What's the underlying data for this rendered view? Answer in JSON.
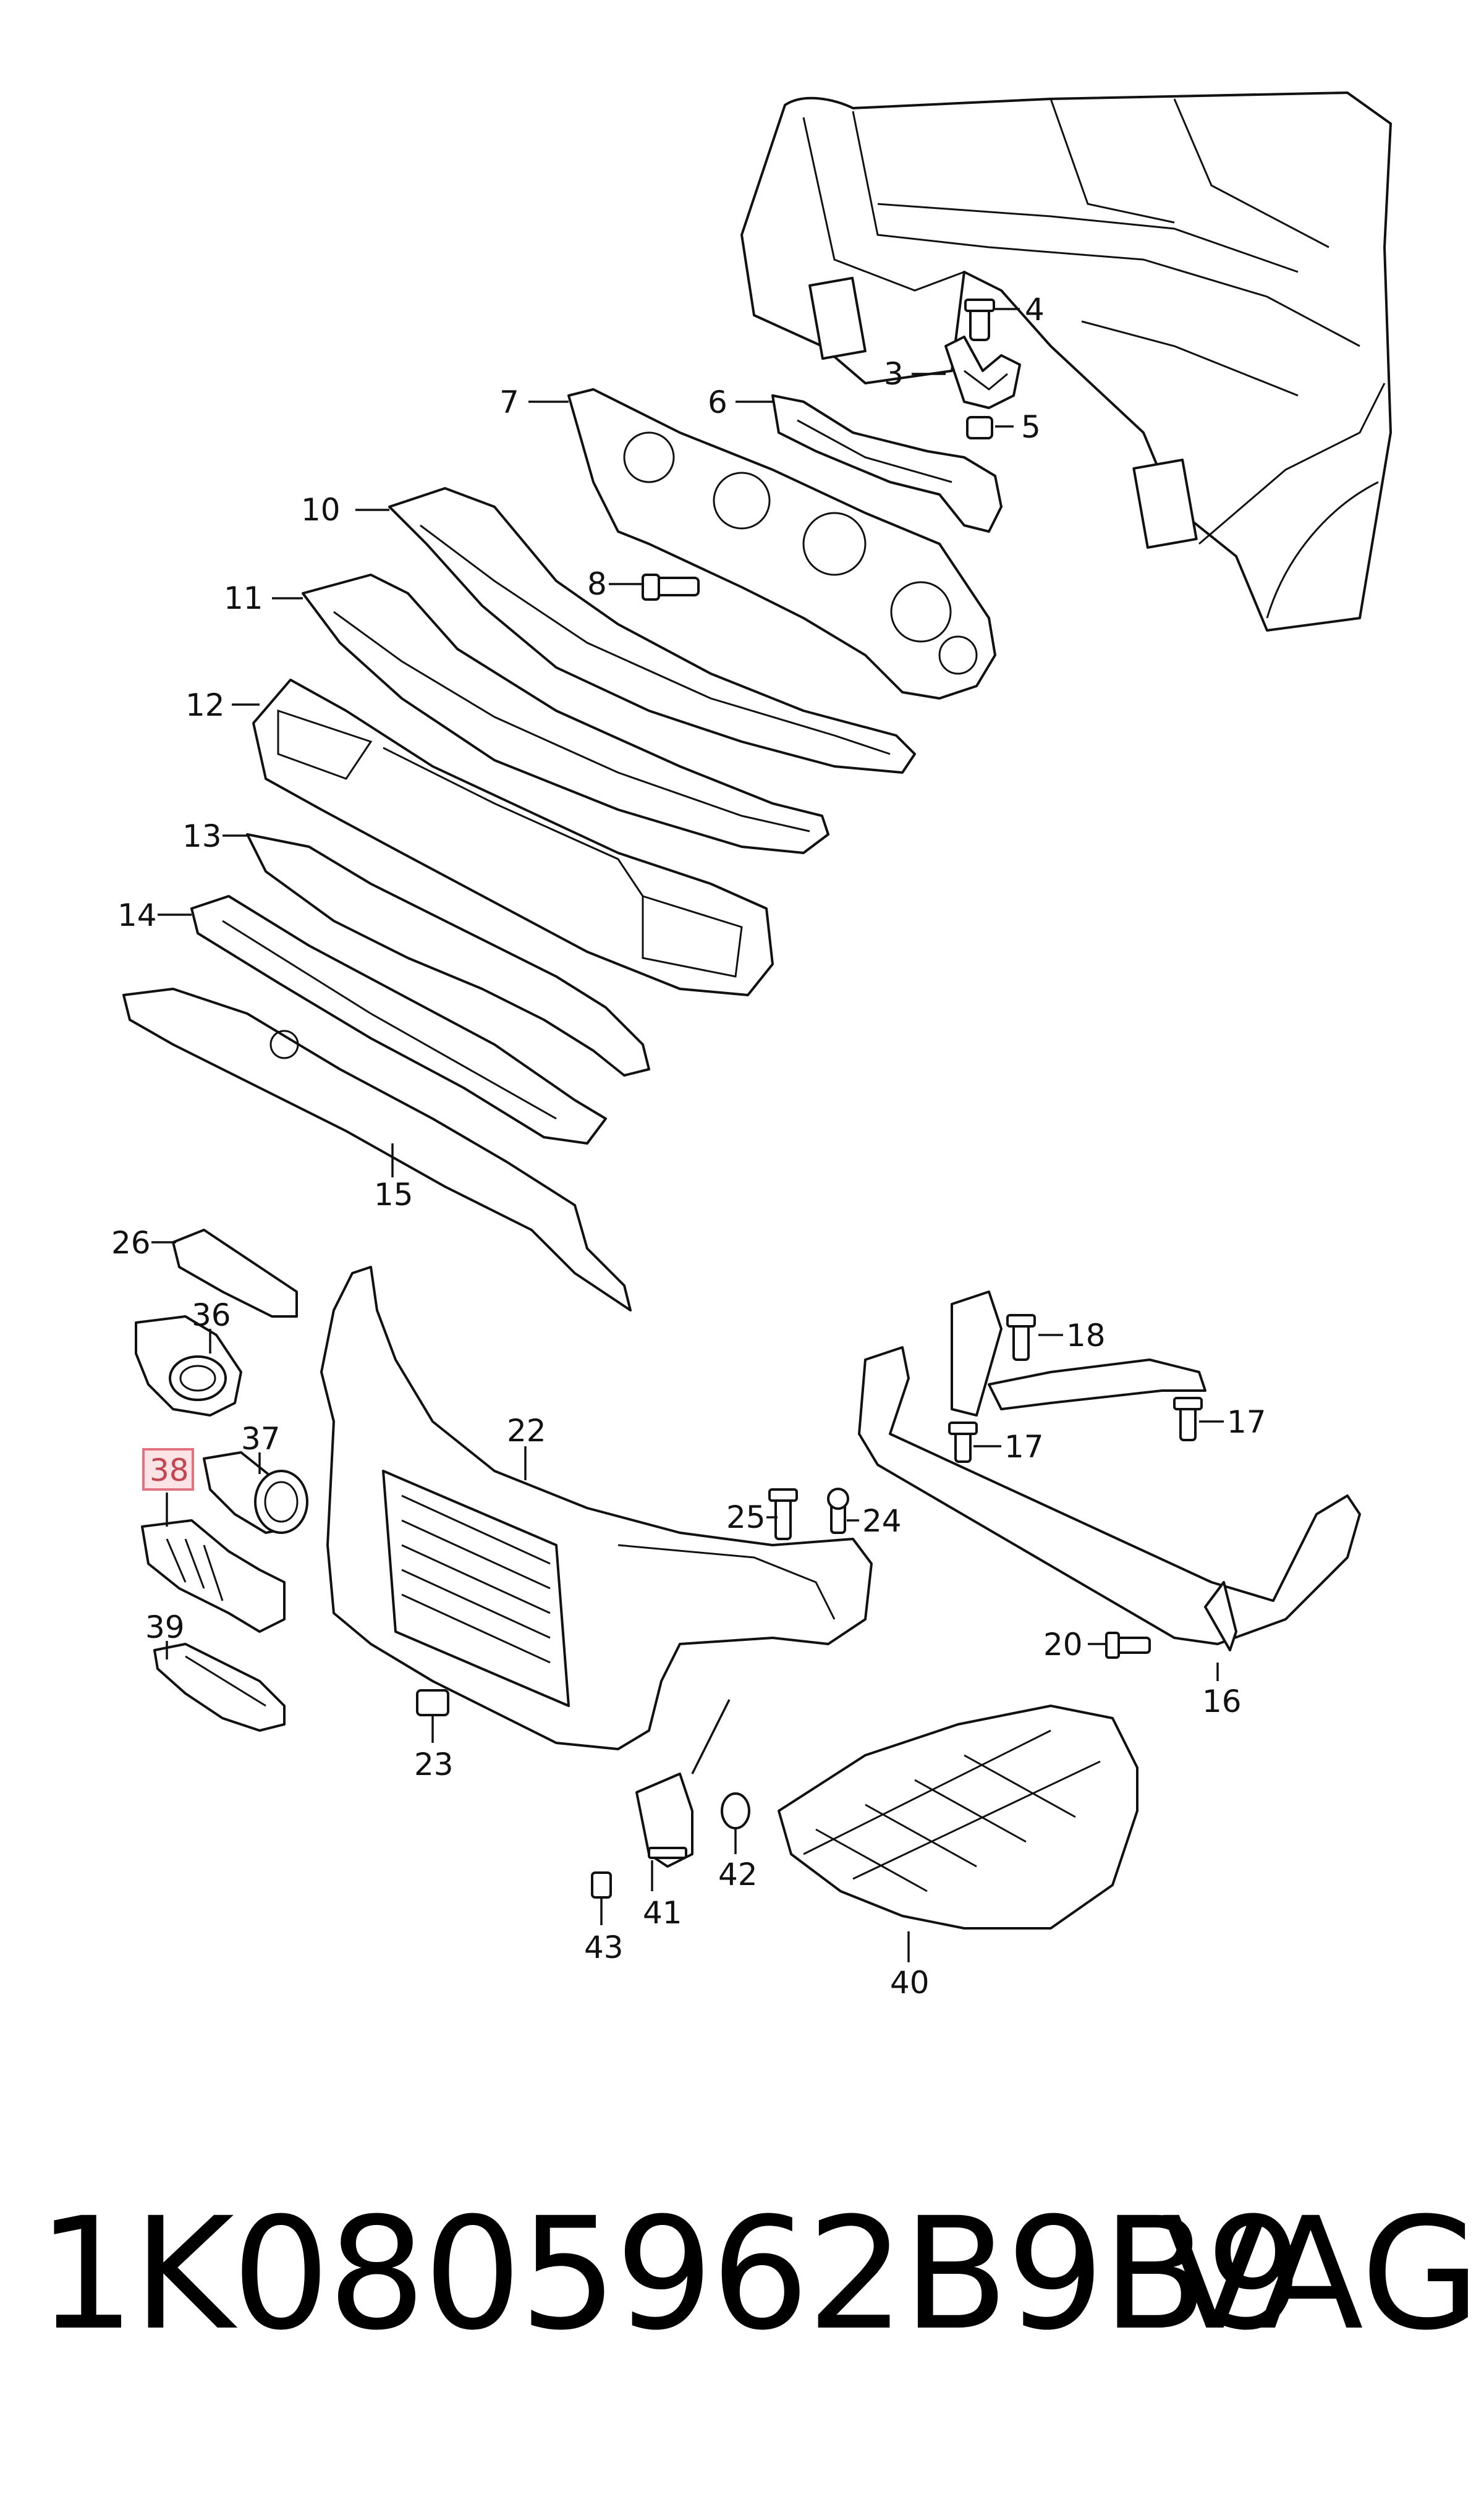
{
  "callouts": {
    "c3": "3",
    "c4": "4",
    "c5": "5",
    "c6": "6",
    "c7": "7",
    "c8": "8",
    "c10": "10",
    "c11": "11",
    "c12": "12",
    "c13": "13",
    "c14": "14",
    "c15": "15",
    "c16": "16",
    "c17a": "17",
    "c17b": "17",
    "c18": "18",
    "c20": "20",
    "c22": "22",
    "c23": "23",
    "c24": "24",
    "c25": "25",
    "c26": "26",
    "c36": "36",
    "c37": "37",
    "c38": "38",
    "c39": "39",
    "c40": "40",
    "c41": "41",
    "c42": "42",
    "c43": "43"
  },
  "highlighted_callout": "38",
  "colors": {
    "line": "#111111",
    "highlight_fill": "#fbe3e6",
    "highlight_stroke": "#e0737f",
    "highlight_text": "#c2454f"
  },
  "caption": {
    "part_number": "1K0805962B9B9",
    "brand": "VAG"
  }
}
